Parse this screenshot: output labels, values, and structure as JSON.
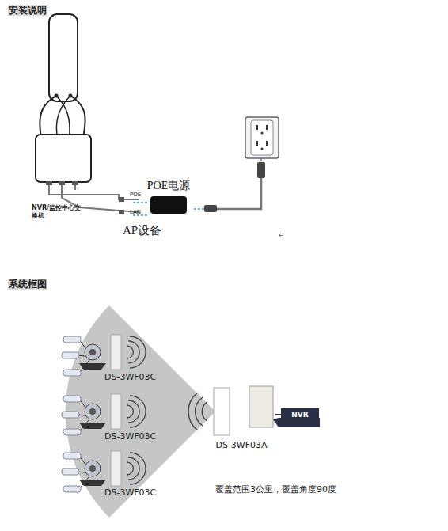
{
  "diagram": {
    "nodes": [
      {
        "text": [
          "POE电源"
        ]
      },
      {
        "text": [
          "DS-3WF03C"
        ]
      },
      {
        "text": [
          "DS-3WF03C"
        ]
      },
      {
        "text": [
          "DS-3WF03C"
        ]
      },
      {
        "text": [
          "DS-3WF03A"
        ]
      },
      {
        "text": [
          "NVR"
        ]
      }
    ],
    "edges": [
      {
        "from": 4,
        "to": 5,
        "arrow": "none"
      }
    ],
    "labels": [
      "安装说明",
      "NVR/监控中心交换机",
      "POE",
      "LAN",
      "AP设备",
      "↵",
      "系统框图",
      "覆盖范围3公里，覆盖角度90度"
    ]
  }
}
